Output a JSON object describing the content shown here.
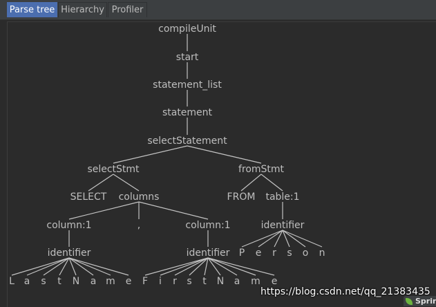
{
  "tabs": [
    {
      "label": "Parse tree",
      "active": true
    },
    {
      "label": "Hierarchy",
      "active": false
    },
    {
      "label": "Profiler",
      "active": false
    }
  ],
  "tree": {
    "nodes": [
      {
        "id": "compileUnit",
        "label": "compileUnit"
      },
      {
        "id": "start",
        "label": "start"
      },
      {
        "id": "statement_list",
        "label": "statement_list"
      },
      {
        "id": "statement",
        "label": "statement"
      },
      {
        "id": "selectStatement",
        "label": "selectStatement"
      },
      {
        "id": "selectStmt",
        "label": "selectStmt"
      },
      {
        "id": "fromStmt",
        "label": "fromStmt"
      },
      {
        "id": "select_kw",
        "label": "SELECT"
      },
      {
        "id": "columns",
        "label": "columns"
      },
      {
        "id": "from_kw",
        "label": "FROM"
      },
      {
        "id": "table",
        "label": "table:1"
      },
      {
        "id": "column1a",
        "label": "column:1"
      },
      {
        "id": "comma",
        "label": ","
      },
      {
        "id": "column1b",
        "label": "column:1"
      },
      {
        "id": "identifier_t",
        "label": "identifier"
      },
      {
        "id": "identifier_a",
        "label": "identifier"
      },
      {
        "id": "identifier_b",
        "label": "identifier"
      },
      {
        "id": "p_P",
        "label": "P"
      },
      {
        "id": "p_e",
        "label": "e"
      },
      {
        "id": "p_r",
        "label": "r"
      },
      {
        "id": "p_s",
        "label": "s"
      },
      {
        "id": "p_o",
        "label": "o"
      },
      {
        "id": "p_n",
        "label": "n"
      },
      {
        "id": "l_L",
        "label": "L"
      },
      {
        "id": "l_a",
        "label": "a"
      },
      {
        "id": "l_s",
        "label": "s"
      },
      {
        "id": "l_t",
        "label": "t"
      },
      {
        "id": "l_N",
        "label": "N"
      },
      {
        "id": "l_a2",
        "label": "a"
      },
      {
        "id": "l_m",
        "label": "m"
      },
      {
        "id": "l_e",
        "label": "e"
      },
      {
        "id": "f_F",
        "label": "F"
      },
      {
        "id": "f_i",
        "label": "i"
      },
      {
        "id": "f_r",
        "label": "r"
      },
      {
        "id": "f_s",
        "label": "s"
      },
      {
        "id": "f_t",
        "label": "t"
      },
      {
        "id": "f_N",
        "label": "N"
      },
      {
        "id": "f_a",
        "label": "a"
      },
      {
        "id": "f_m",
        "label": "m"
      },
      {
        "id": "f_e",
        "label": "e"
      }
    ],
    "edges": [
      [
        "compileUnit",
        "start"
      ],
      [
        "start",
        "statement_list"
      ],
      [
        "statement_list",
        "statement"
      ],
      [
        "statement",
        "selectStatement"
      ],
      [
        "selectStatement",
        "selectStmt"
      ],
      [
        "selectStatement",
        "fromStmt"
      ],
      [
        "selectStmt",
        "select_kw"
      ],
      [
        "selectStmt",
        "columns"
      ],
      [
        "fromStmt",
        "from_kw"
      ],
      [
        "fromStmt",
        "table"
      ],
      [
        "columns",
        "column1a"
      ],
      [
        "columns",
        "comma"
      ],
      [
        "columns",
        "column1b"
      ],
      [
        "table",
        "identifier_t"
      ],
      [
        "column1a",
        "identifier_a"
      ],
      [
        "column1b",
        "identifier_b"
      ],
      [
        "identifier_t",
        "p_P"
      ],
      [
        "identifier_t",
        "p_e"
      ],
      [
        "identifier_t",
        "p_r"
      ],
      [
        "identifier_t",
        "p_s"
      ],
      [
        "identifier_t",
        "p_o"
      ],
      [
        "identifier_t",
        "p_n"
      ],
      [
        "identifier_a",
        "l_L"
      ],
      [
        "identifier_a",
        "l_a"
      ],
      [
        "identifier_a",
        "l_s"
      ],
      [
        "identifier_a",
        "l_t"
      ],
      [
        "identifier_a",
        "l_N"
      ],
      [
        "identifier_a",
        "l_a2"
      ],
      [
        "identifier_a",
        "l_m"
      ],
      [
        "identifier_a",
        "l_e"
      ],
      [
        "identifier_b",
        "f_F"
      ],
      [
        "identifier_b",
        "f_i"
      ],
      [
        "identifier_b",
        "f_r"
      ],
      [
        "identifier_b",
        "f_s"
      ],
      [
        "identifier_b",
        "f_t"
      ],
      [
        "identifier_b",
        "f_N"
      ],
      [
        "identifier_b",
        "f_a"
      ],
      [
        "identifier_b",
        "f_m"
      ],
      [
        "identifier_b",
        "f_e"
      ]
    ]
  },
  "watermark": "https://blog.csdn.net/qq_21383435",
  "corner_badge": {
    "label": "Sprin",
    "icon": "spring-leaf-icon"
  }
}
